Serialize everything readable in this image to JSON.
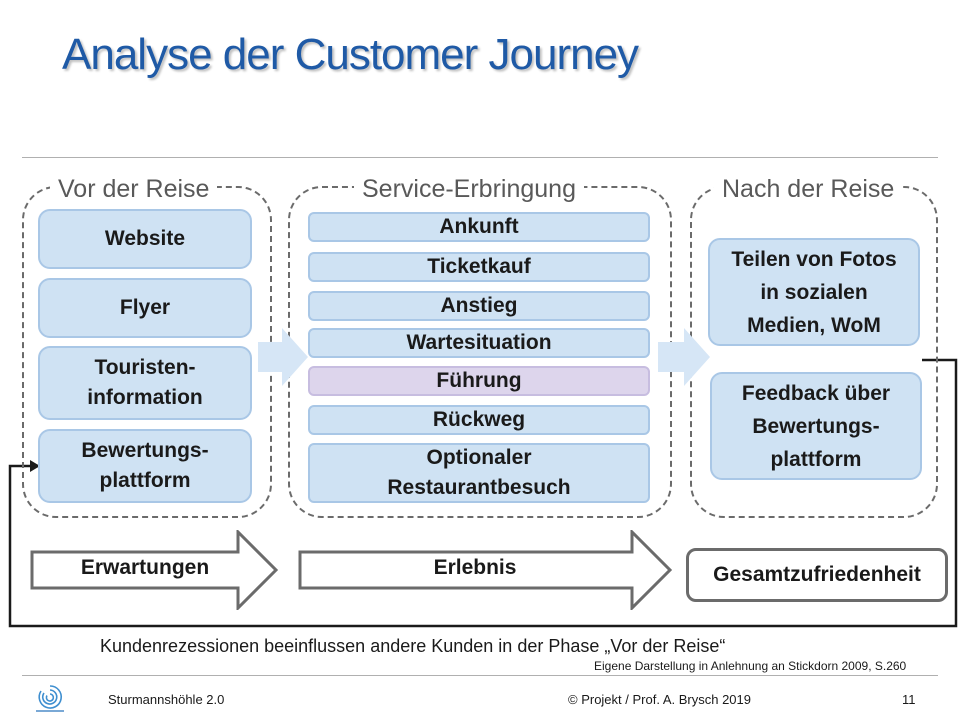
{
  "title": "Analyse der Customer Journey",
  "phases": {
    "before": {
      "label": "Vor der Reise",
      "items": [
        "Website",
        "Flyer",
        "Touristen-\ninformation",
        "Bewertungs-\nplattform"
      ]
    },
    "service": {
      "label": "Service-Erbringung",
      "items": [
        "Ankunft",
        "Ticketkauf",
        "Anstieg",
        "Wartesituation",
        "Führung",
        "Rückweg",
        "Optionaler\nRestaurantbesuch"
      ]
    },
    "after": {
      "label": "Nach der Reise",
      "items": [
        "Teilen von Fotos\nin sozialen\nMedien, WoM",
        "Feedback über\nBewertungs-\nplattform"
      ]
    }
  },
  "outcomes": {
    "expectations": "Erwartungen",
    "experience": "Erlebnis",
    "satisfaction": "Gesamtzufriedenheit"
  },
  "caption": "Kundenrezessionen beeinflussen andere Kunden in der Phase „Vor der Reise“",
  "source": "Eigene Darstellung in Anlehnung an Stickdorn 2009, S.260",
  "footer": {
    "project": "Sturmannshöhle 2.0",
    "copyright": "© Projekt / Prof. A. Brysch 2019",
    "page": "11"
  },
  "colors": {
    "title": "#1f5aa6",
    "box_fill": "#cfe2f3",
    "highlight_fill": "#ddd5ec",
    "arrow_fill": "#d6e6f6"
  },
  "highlighted_step": "Führung"
}
